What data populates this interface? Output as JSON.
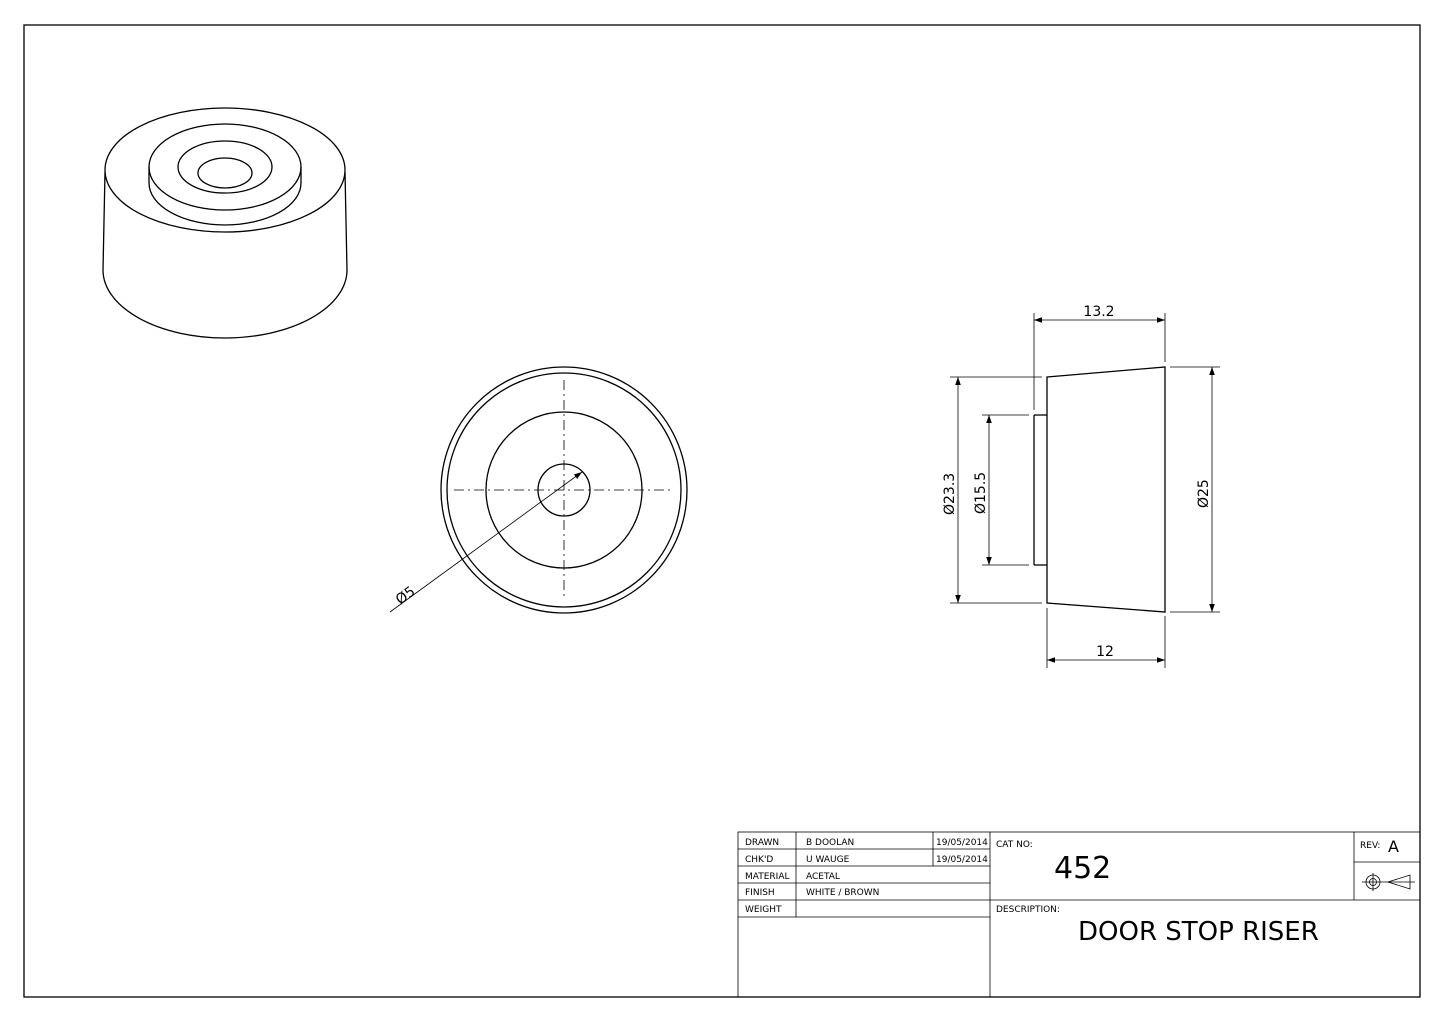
{
  "dimensions": {
    "length_overall": "13.2",
    "length_body": "12",
    "dia_small": "Ø23.3",
    "dia_step": "Ø15.5",
    "dia_large": "Ø25",
    "dia_hole": "Ø5"
  },
  "title_block": {
    "rows": [
      {
        "label": "DRAWN",
        "value": "B DOOLAN",
        "date": "19/05/2014"
      },
      {
        "label": "CHK'D",
        "value": "U WAUGE",
        "date": "19/05/2014"
      },
      {
        "label": "MATERIAL",
        "value": "ACETAL",
        "date": ""
      },
      {
        "label": "FINISH",
        "value": "WHITE / BROWN",
        "date": ""
      },
      {
        "label": "WEIGHT",
        "value": "",
        "date": ""
      }
    ],
    "cat_no_label": "CAT NO:",
    "cat_no": "452",
    "description_label": "DESCRIPTION:",
    "description": "DOOR STOP RISER",
    "rev_label": "REV:",
    "rev": "A"
  }
}
